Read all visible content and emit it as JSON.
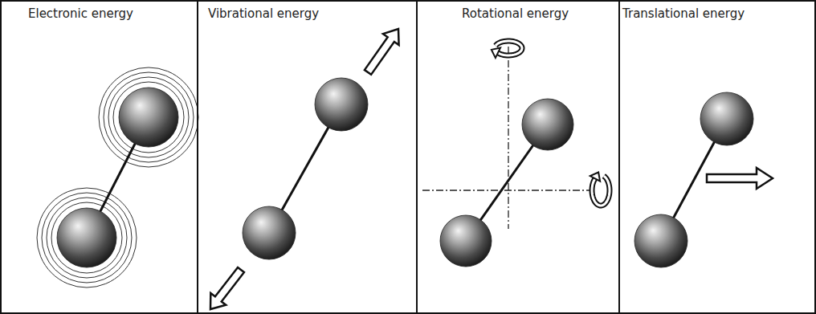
{
  "diagram": {
    "nodes": [
      {
        "text": [
          "Electronic energy"
        ]
      },
      {
        "text": [
          "Vibrational energy"
        ]
      },
      {
        "text": [
          "Rotational energy"
        ]
      },
      {
        "text": [
          "Translational energy"
        ]
      }
    ]
  }
}
